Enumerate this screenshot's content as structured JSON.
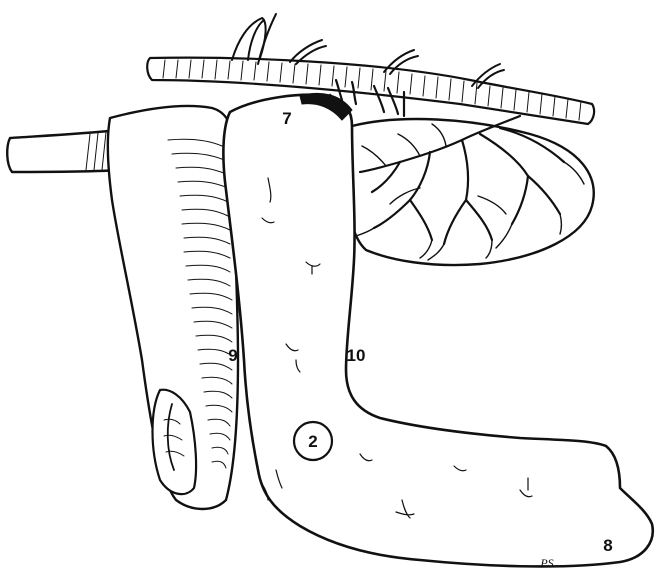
{
  "labels": {
    "seven": "7",
    "nine": "9",
    "ten": "10",
    "two": "2",
    "eight": "8"
  },
  "signature": "PS",
  "colors": {
    "ink": "#111111",
    "paper": "#ffffff"
  }
}
